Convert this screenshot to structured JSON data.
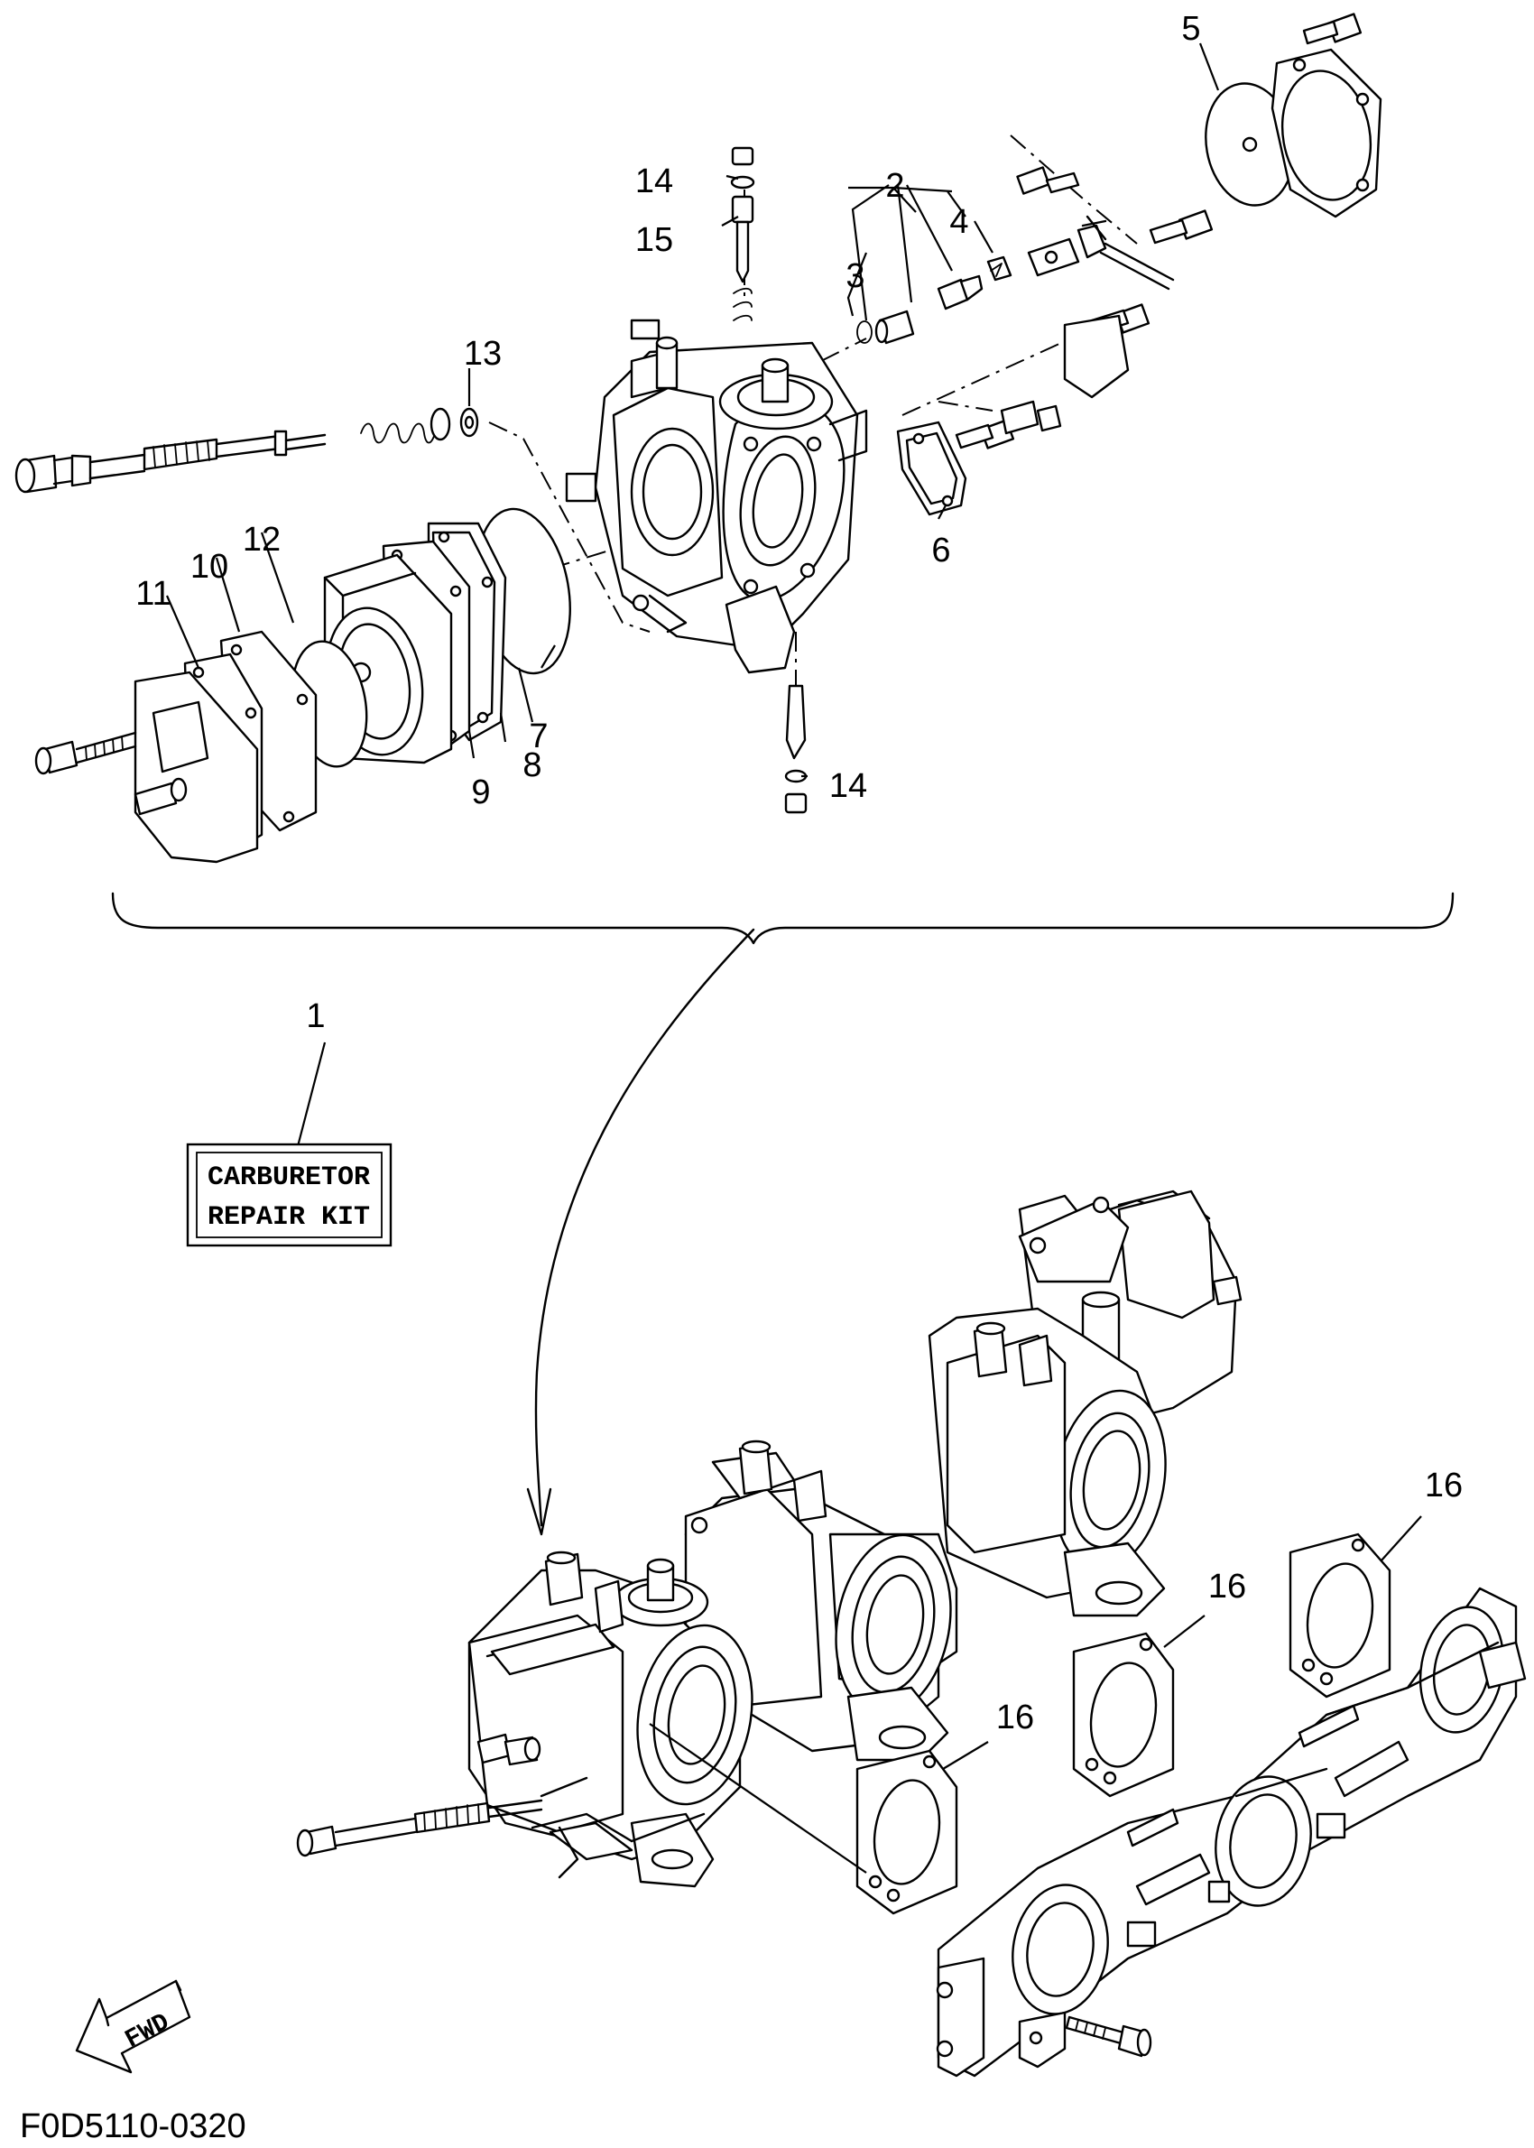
{
  "kit_label": {
    "line1": "CARBURETOR",
    "line2": "REPAIR KIT"
  },
  "fwd_label": "FWD",
  "reference_code": "F0D5110-0320",
  "callouts": [
    {
      "key": "c1",
      "text": "1"
    },
    {
      "key": "c2",
      "text": "2"
    },
    {
      "key": "c3",
      "text": "3"
    },
    {
      "key": "c4",
      "text": "4"
    },
    {
      "key": "c5",
      "text": "5"
    },
    {
      "key": "c6",
      "text": "6"
    },
    {
      "key": "c7",
      "text": "7"
    },
    {
      "key": "c8",
      "text": "8"
    },
    {
      "key": "c9",
      "text": "9"
    },
    {
      "key": "c10",
      "text": "10"
    },
    {
      "key": "c11",
      "text": "11"
    },
    {
      "key": "c12",
      "text": "12"
    },
    {
      "key": "c13",
      "text": "13"
    },
    {
      "key": "c14a",
      "text": "14"
    },
    {
      "key": "c14b",
      "text": "14"
    },
    {
      "key": "c15",
      "text": "15"
    },
    {
      "key": "c16a",
      "text": "16"
    },
    {
      "key": "c16b",
      "text": "16"
    },
    {
      "key": "c16c",
      "text": "16"
    }
  ]
}
